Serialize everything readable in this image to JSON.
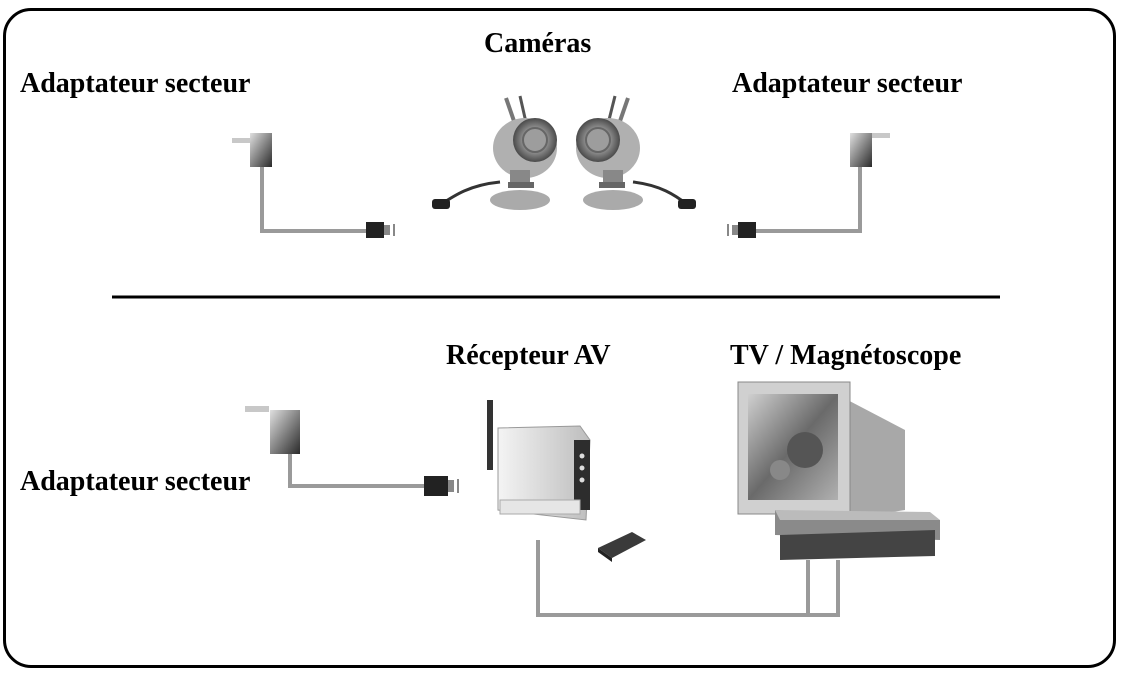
{
  "labels": {
    "cameras": "Caméras",
    "adapter_top_left": "Adaptateur secteur",
    "adapter_top_right": "Adaptateur secteur",
    "receiver": "Récepteur AV",
    "tv": "TV / Magnétoscope",
    "adapter_bottom": "Adaptateur secteur"
  },
  "colors": {
    "cable": "#9a9a9a",
    "device_dark": "#3a3a3a",
    "device_light": "#d8d8d8",
    "divider": "#000000"
  }
}
